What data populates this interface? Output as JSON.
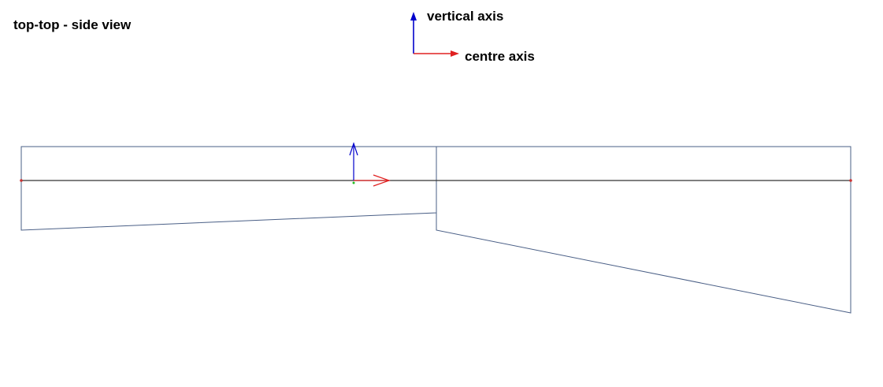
{
  "view": {
    "title": "top-top - side view"
  },
  "legend": {
    "vertical_axis_label": "vertical axis",
    "centre_axis_label": "centre axis",
    "vertical_axis_color": "#0000cc",
    "centre_axis_color": "#e02020"
  },
  "colors": {
    "outline": "#4a5f86",
    "centre_line": "#333333",
    "end_points": "#cc3333",
    "origin_point": "#22bb22",
    "background": "#ffffff"
  },
  "icons": {
    "vertical_arrow": "arrow-up-icon",
    "centre_arrow": "arrow-right-icon"
  }
}
